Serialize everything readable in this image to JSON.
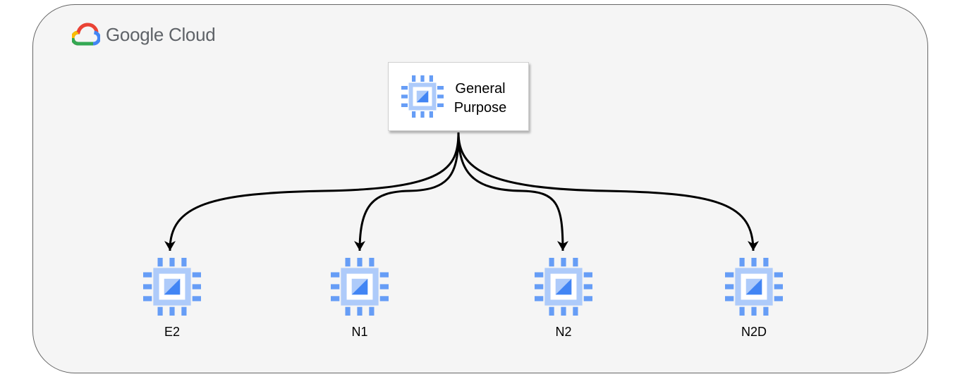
{
  "brand": {
    "name": "Google Cloud",
    "logo_icon": "google-cloud-logo-icon"
  },
  "source": {
    "label": "General\nPurpose",
    "icon": "compute-engine-chip-icon"
  },
  "targets": [
    {
      "label": "E2",
      "icon": "compute-engine-chip-icon"
    },
    {
      "label": "N1",
      "icon": "compute-engine-chip-icon"
    },
    {
      "label": "N2",
      "icon": "compute-engine-chip-icon"
    },
    {
      "label": "N2D",
      "icon": "compute-engine-chip-icon"
    }
  ],
  "edges": [
    {
      "from": "General Purpose",
      "to": "E2"
    },
    {
      "from": "General Purpose",
      "to": "N1"
    },
    {
      "from": "General Purpose",
      "to": "N2"
    },
    {
      "from": "General Purpose",
      "to": "N2D"
    }
  ],
  "colors": {
    "chip_outer": "#669df6",
    "chip_frame": "#aecbfa",
    "chip_core_light": "#aecbfa",
    "chip_core_dark": "#4285f4",
    "panel_fill": "#f5f5f5",
    "panel_border": "#666666",
    "edge": "#000000"
  }
}
